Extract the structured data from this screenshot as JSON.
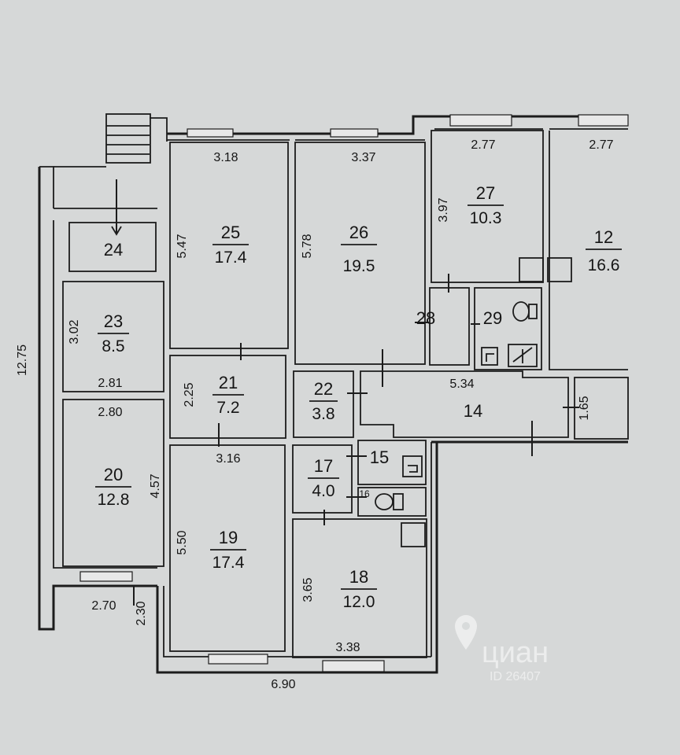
{
  "rooms": [
    {
      "id": "r25",
      "number": "25",
      "area": "17.4"
    },
    {
      "id": "r26",
      "number": "26",
      "area": "19.5"
    },
    {
      "id": "r27",
      "number": "27",
      "area": "10.3"
    },
    {
      "id": "r12",
      "number": "12",
      "area": "16.6"
    },
    {
      "id": "r24",
      "number": "24",
      "area": ""
    },
    {
      "id": "r23",
      "number": "23",
      "area": "8.5"
    },
    {
      "id": "r28",
      "number": "28",
      "area": ""
    },
    {
      "id": "r29",
      "number": "29",
      "area": ""
    },
    {
      "id": "r21",
      "number": "21",
      "area": "7.2"
    },
    {
      "id": "r22",
      "number": "22",
      "area": "3.8"
    },
    {
      "id": "r14",
      "number": "14",
      "area": ""
    },
    {
      "id": "r20",
      "number": "20",
      "area": "12.8"
    },
    {
      "id": "r15",
      "number": "15",
      "area": ""
    },
    {
      "id": "r17",
      "number": "17",
      "area": "4.0"
    },
    {
      "id": "r16",
      "number": "16",
      "area": ""
    },
    {
      "id": "r19",
      "number": "19",
      "area": "17.4"
    },
    {
      "id": "r18",
      "number": "18",
      "area": "12.0"
    }
  ],
  "dimensions": [
    "3.18",
    "3.37",
    "2.77",
    "2.77",
    "5.47",
    "5.78",
    "3.97",
    "3.02",
    "2.81",
    "2.25",
    "5.34",
    "1.65",
    "2.80",
    "4.57",
    "3.16",
    "5.50",
    "3.65",
    "2.70",
    "2.30",
    "3.38",
    "6.90",
    "12.75"
  ],
  "watermark": {
    "brand": "циан",
    "id": "ID 26407"
  }
}
